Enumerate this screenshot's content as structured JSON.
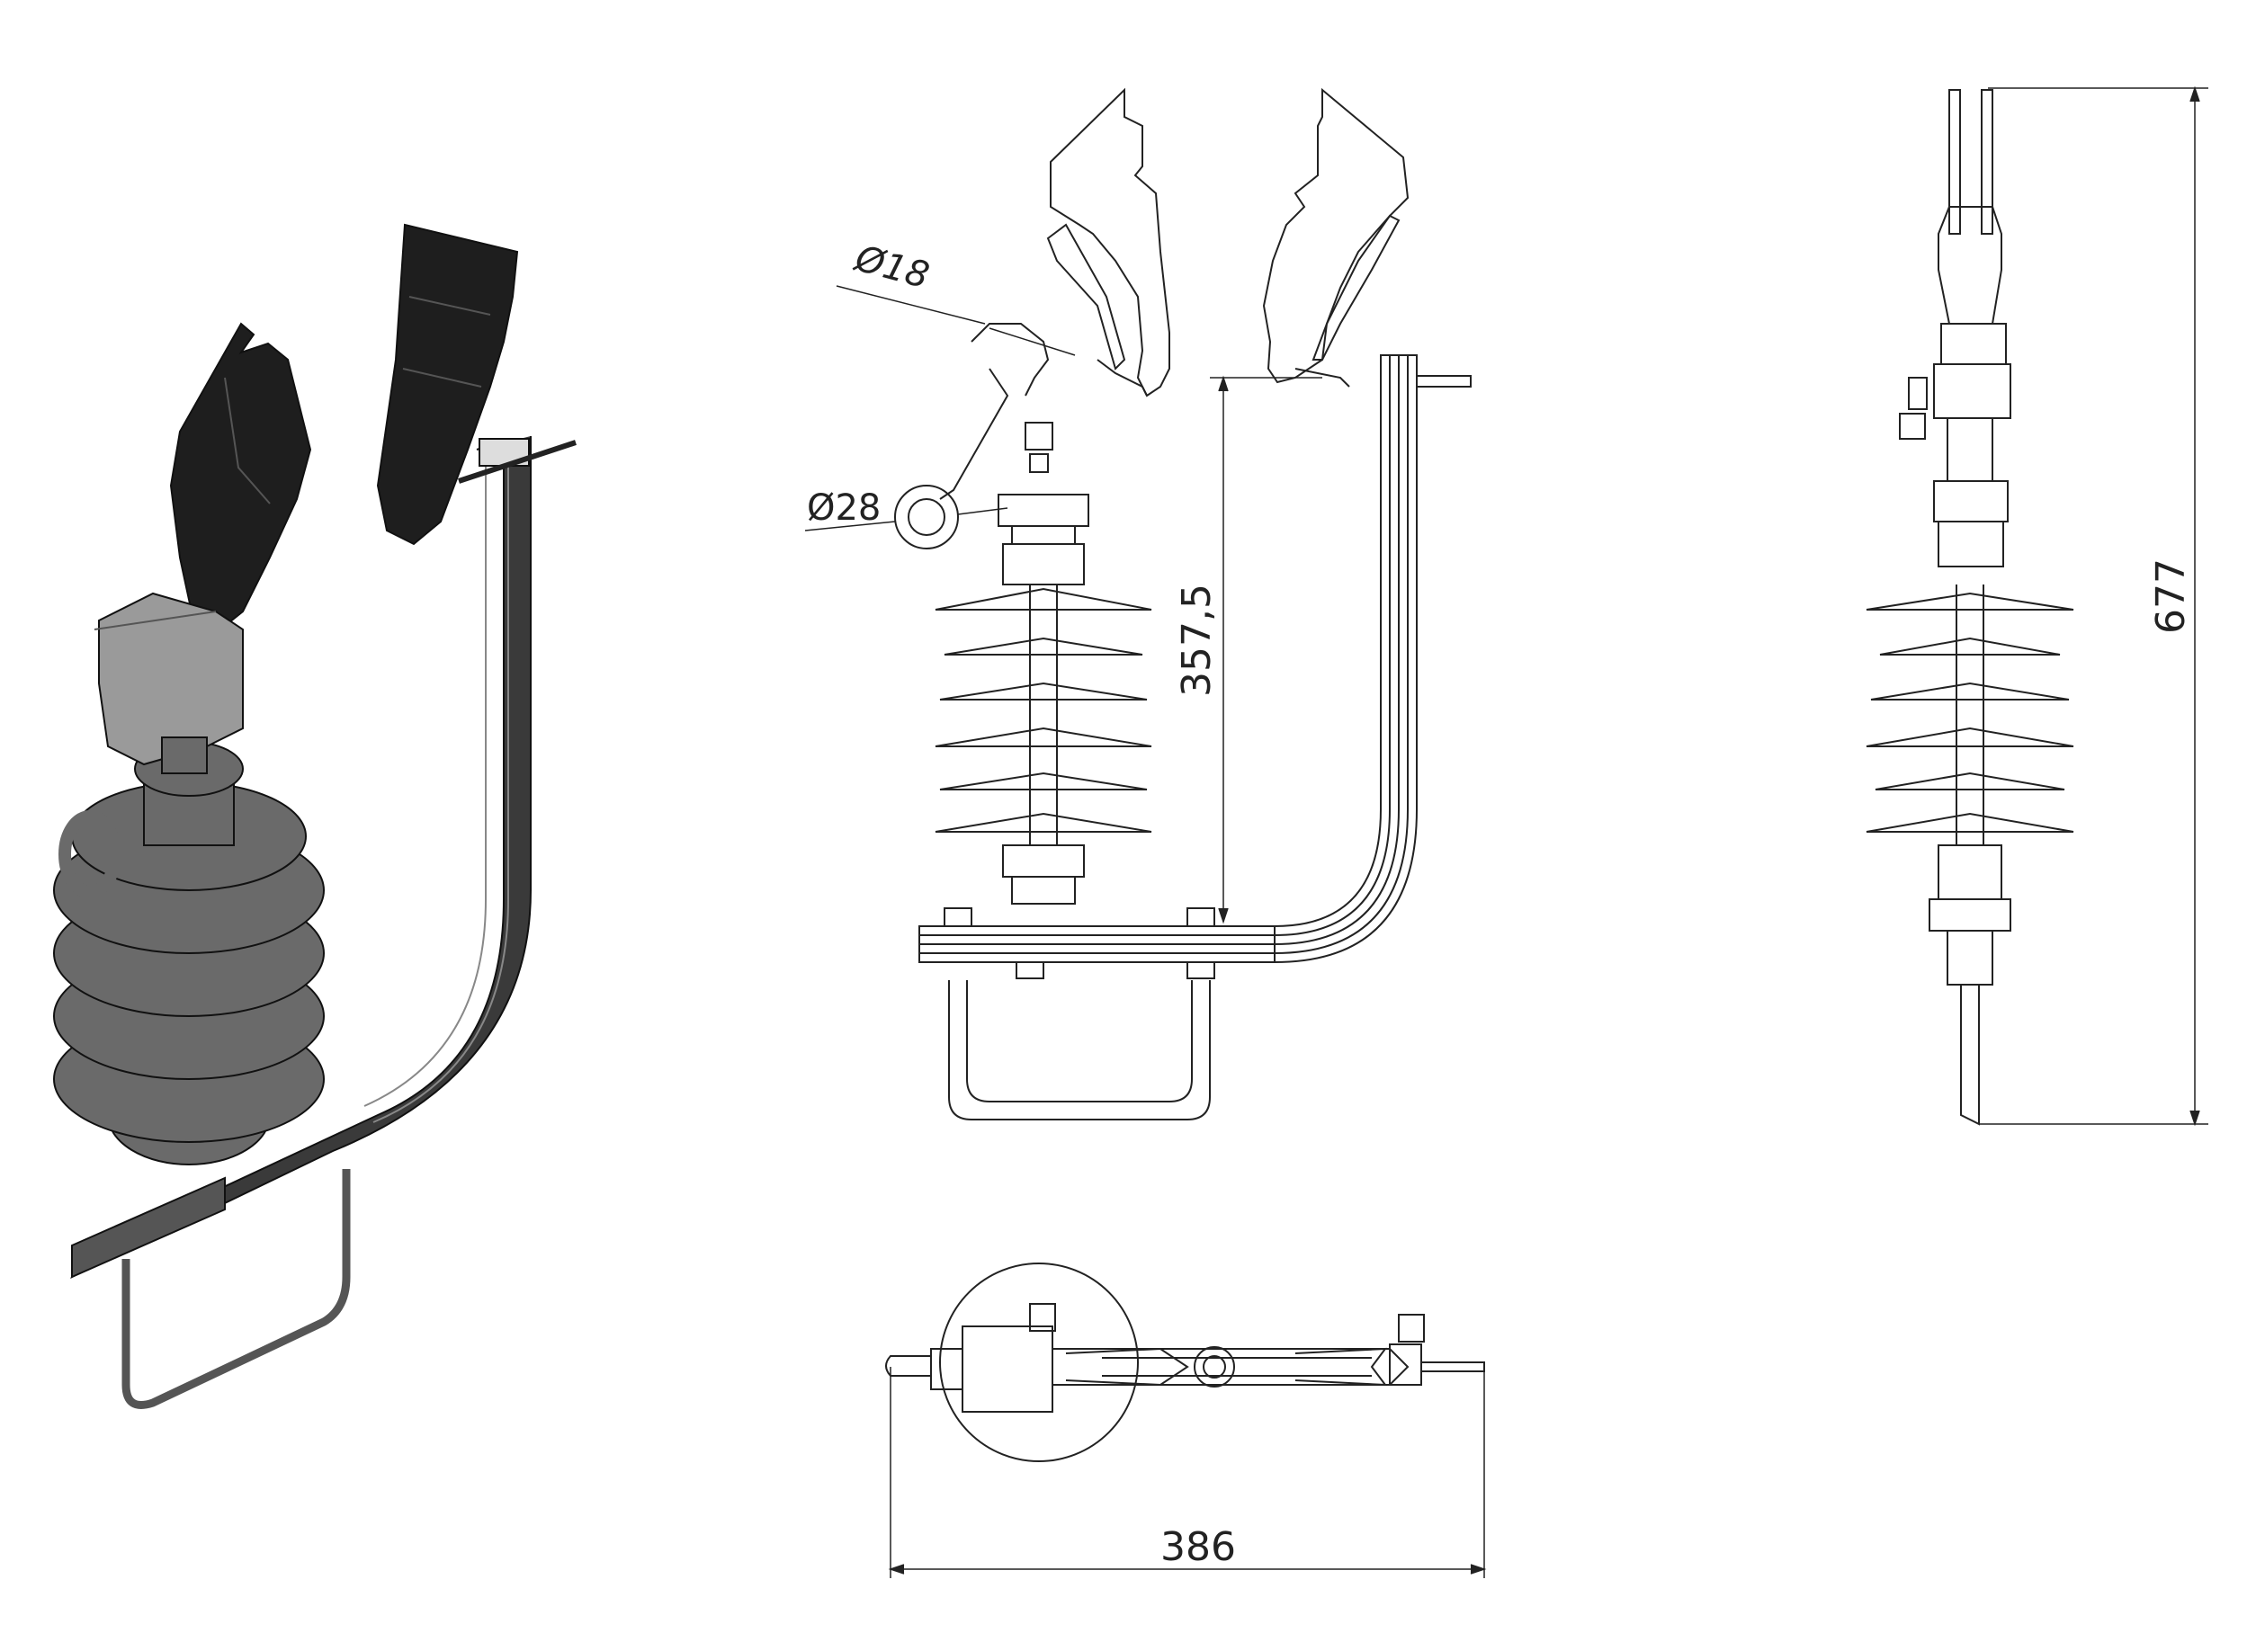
{
  "dimensions": {
    "phi18": "Ø18",
    "phi28": "Ø28",
    "h357": "357,5",
    "h677": "677",
    "w386": "386"
  },
  "colors": {
    "line": "#222222",
    "dark_part": "#1e1e1e",
    "grey_part": "#6a6a6a",
    "grey_light": "#9a9a9a",
    "bracket": "#3a3a3a"
  }
}
